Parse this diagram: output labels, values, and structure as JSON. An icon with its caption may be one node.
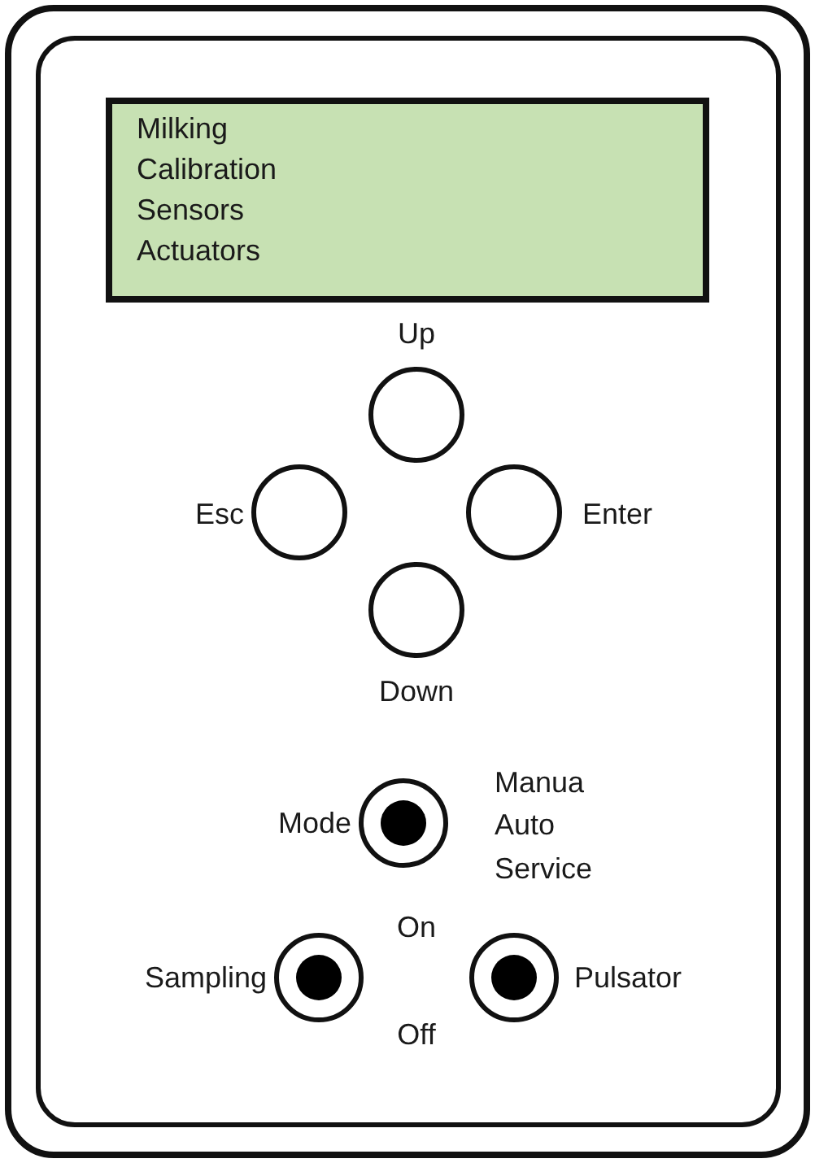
{
  "diagram": {
    "nodes": [
      {
        "text": [],
        "shape": "box"
      },
      {
        "text": [],
        "shape": "box",
        "in": 0
      },
      {
        "text": [
          "Milking",
          "Calibration",
          "Sensors",
          "Actuators"
        ],
        "in": 1
      },
      {
        "text": [
          "Up"
        ],
        "in": 1
      },
      {
        "text": [
          "Esc"
        ],
        "in": 1
      },
      {
        "text": [
          "Enter"
        ],
        "in": 1
      },
      {
        "text": [
          "Down"
        ],
        "in": 1
      },
      {
        "text": [
          "Mode"
        ],
        "beside": [
          "Manua",
          "Auto",
          "Service"
        ],
        "in": 1
      },
      {
        "text": [
          "Sampling"
        ],
        "in": 1
      },
      {
        "text": [
          "Pulsator"
        ],
        "in": 1
      }
    ],
    "labels": [
      "On",
      "Off"
    ]
  }
}
